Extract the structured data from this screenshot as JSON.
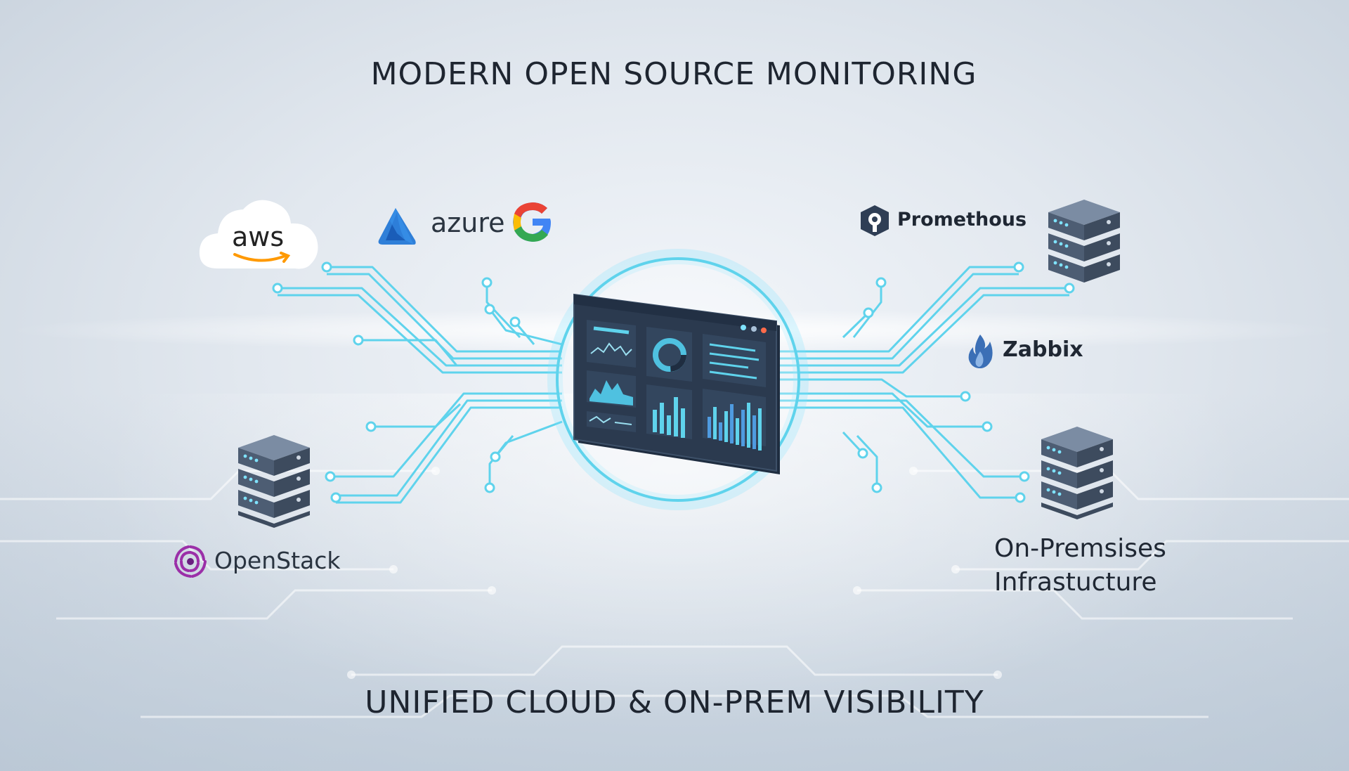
{
  "title": "MODERN OPEN SOURCE MONITORING",
  "subtitle": "UNIFIED CLOUD & ON-PREM VISIBILITY",
  "logos": {
    "aws": "aws",
    "azure": "azure",
    "prometheus": "Promethous",
    "zabbix": "Zabbix",
    "openstack": "OpenStack"
  },
  "on_prem": {
    "line1": "On-Premsises",
    "line2": "Infrastucture"
  },
  "colors": {
    "circuit": "#5fd3ec",
    "server": "#4d5d73",
    "server_light": "#7b8ca3",
    "led": "#7fe3ff",
    "dashboard": "#2b3a4f",
    "aws_orange": "#ff9900",
    "azure_blue": "#2f7fd8",
    "openstack_purple": "#9b2fa8",
    "zabbix_blue": "#3b6fb6"
  },
  "icons": [
    "cloud-icon",
    "azure-icon",
    "google-icon",
    "prometheus-icon",
    "zabbix-flame-icon",
    "openstack-icon",
    "server-stack-icon",
    "dashboard-monitor-icon"
  ]
}
